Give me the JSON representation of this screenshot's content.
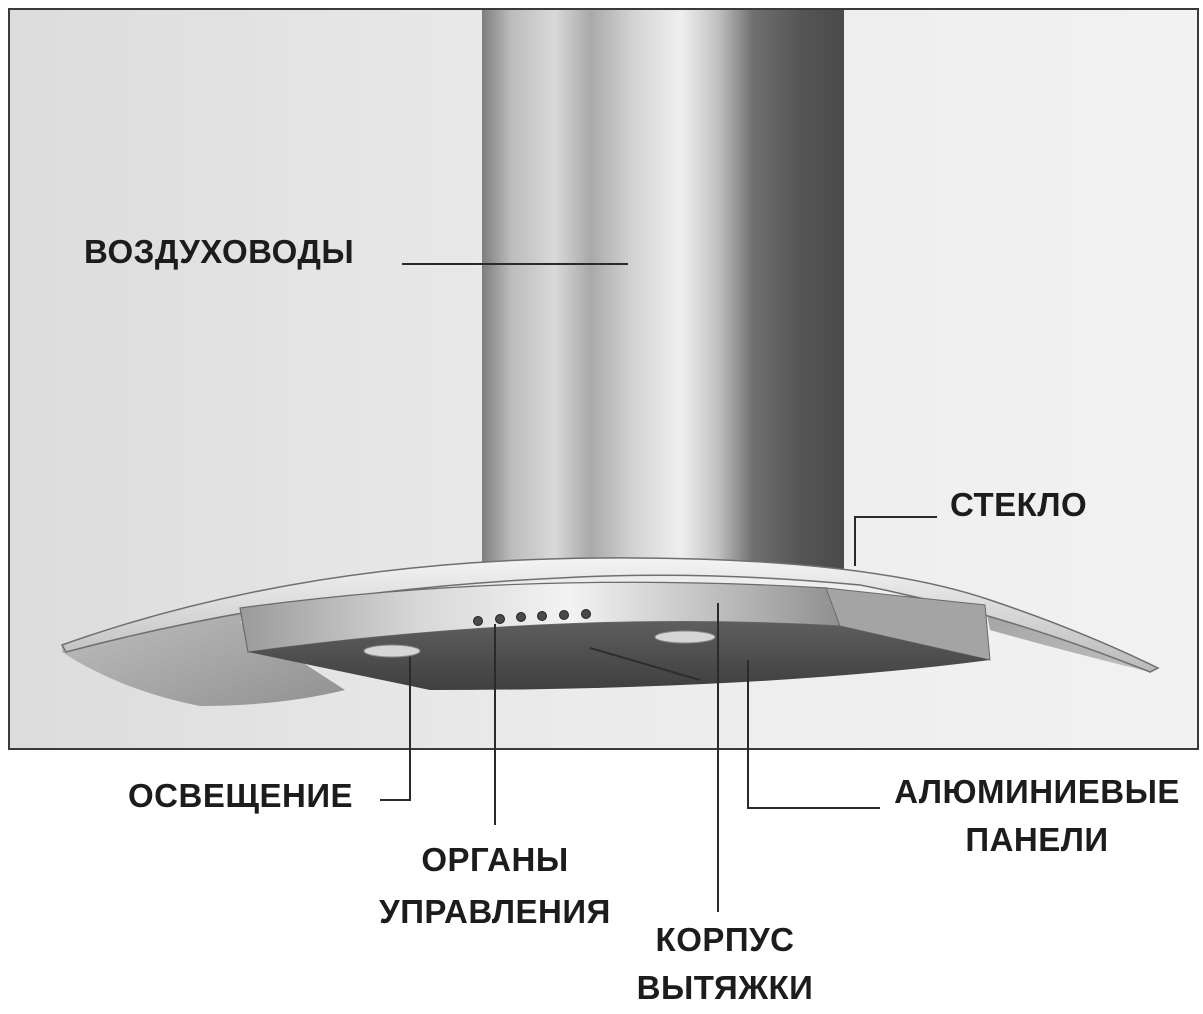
{
  "diagram": {
    "labels": {
      "ducts": "ВОЗДУХОВОДЫ",
      "glass": "СТЕКЛО",
      "lighting": "ОСВЕЩЕНИЕ",
      "controls_line1": "ОРГАНЫ",
      "controls_line2": "УПРАВЛЕНИЯ",
      "body_line1": "КОРПУС",
      "body_line2": "ВЫТЯЖКИ",
      "panels_line1": "АЛЮМИНИЕВЫЕ",
      "panels_line2": "ПАНЕЛИ"
    },
    "colors": {
      "background": "#e9e9e9",
      "frame": "#3a3a3a",
      "leader_lines": "#2a2a2a",
      "text": "#1c1c1c"
    }
  }
}
